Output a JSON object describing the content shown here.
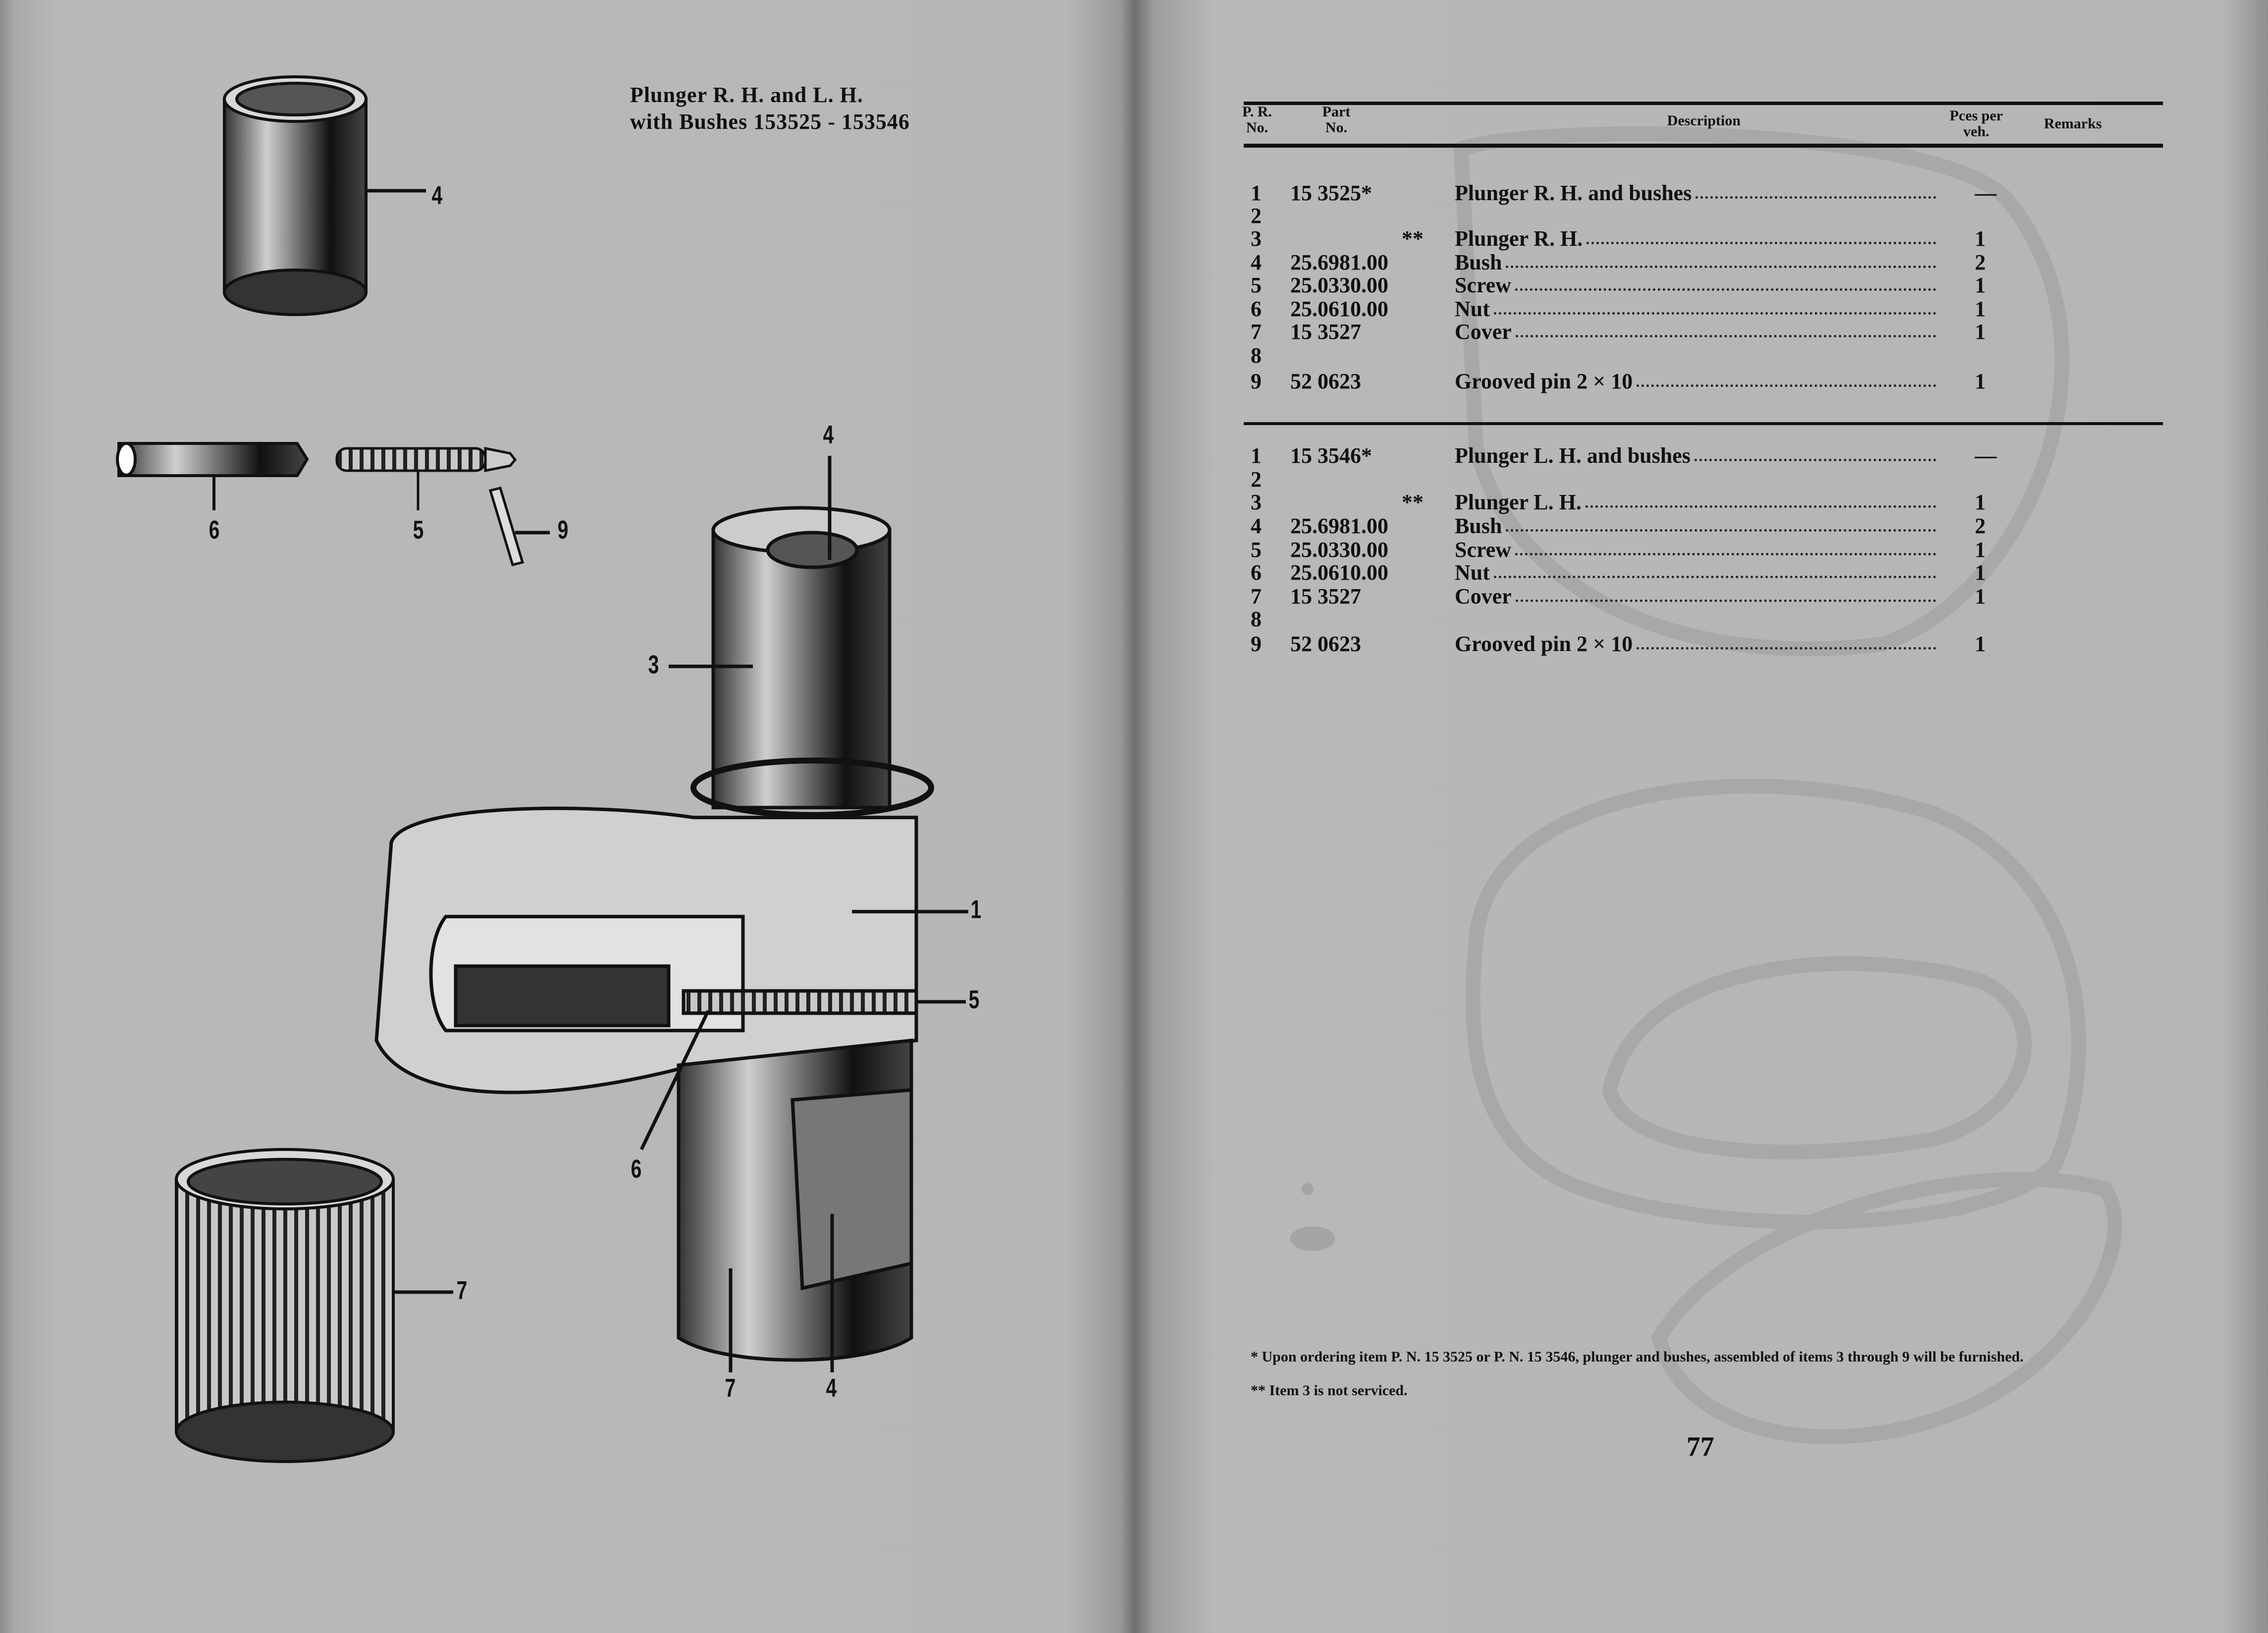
{
  "left_page": {
    "figure_title_line1": "Plunger R. H. and L. H.",
    "figure_title_line2": "with Bushes 153525 - 153546",
    "callouts": [
      "4",
      "6",
      "5",
      "9",
      "4",
      "3",
      "1",
      "5",
      "6",
      "7",
      "7",
      "4"
    ]
  },
  "right_page": {
    "table_header": {
      "pr_no": "P. R. No.",
      "part_no": "Part No.",
      "description": "Description",
      "pieces": "Pces per veh.",
      "remarks": "Remarks"
    },
    "sections": [
      {
        "rows": [
          {
            "pr": "1",
            "part": "15 3525*",
            "desc": "Plunger R. H. and bushes",
            "qty": "—",
            "head": true
          },
          {
            "pr": "2",
            "part": "",
            "desc": "",
            "qty": ""
          },
          {
            "pr": "3",
            "part": "**",
            "desc": "Plunger R. H.",
            "qty": "1"
          },
          {
            "pr": "4",
            "part": "25.6981.00",
            "desc": "Bush",
            "qty": "2"
          },
          {
            "pr": "5",
            "part": "25.0330.00",
            "desc": "Screw",
            "qty": "1"
          },
          {
            "pr": "6",
            "part": "25.0610.00",
            "desc": "Nut",
            "qty": "1"
          },
          {
            "pr": "7",
            "part": "15 3527",
            "desc": "Cover",
            "qty": "1"
          },
          {
            "pr": "8",
            "part": "",
            "desc": "",
            "qty": ""
          },
          {
            "pr": "9",
            "part": "52 0623",
            "desc": "Grooved pin 2 × 10",
            "qty": "1"
          }
        ]
      },
      {
        "rows": [
          {
            "pr": "1",
            "part": "15 3546*",
            "desc": "Plunger L. H. and bushes",
            "qty": "—",
            "head": true
          },
          {
            "pr": "2",
            "part": "",
            "desc": "",
            "qty": ""
          },
          {
            "pr": "3",
            "part": "**",
            "desc": "Plunger L. H.",
            "qty": "1"
          },
          {
            "pr": "4",
            "part": "25.6981.00",
            "desc": "Bush",
            "qty": "2"
          },
          {
            "pr": "5",
            "part": "25.0330.00",
            "desc": "Screw",
            "qty": "1"
          },
          {
            "pr": "6",
            "part": "25.0610.00",
            "desc": "Nut",
            "qty": "1"
          },
          {
            "pr": "7",
            "part": "15 3527",
            "desc": "Cover",
            "qty": "1"
          },
          {
            "pr": "8",
            "part": "",
            "desc": "",
            "qty": ""
          },
          {
            "pr": "9",
            "part": "52 0623",
            "desc": "Grooved pin 2 × 10",
            "qty": "1"
          }
        ]
      }
    ],
    "footnotes": [
      "* Upon ordering item P. N. 15 3525 or P. N. 15 3546, plunger and bushes, assembled of items 3 through 9 will be furnished.",
      "** Item 3 is not serviced."
    ],
    "page_number": "77"
  }
}
